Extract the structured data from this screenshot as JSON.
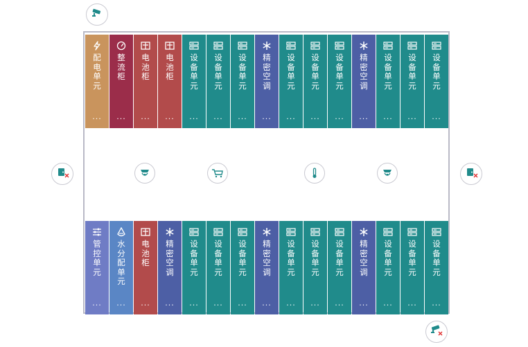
{
  "colors": {
    "pdu": "#c9945d",
    "rectifier": "#9b2d4a",
    "battery": "#b24b4b",
    "equipment": "#208b8b",
    "aircon": "#4d5fa5",
    "pipe": "#6f7cc5",
    "water": "#5a86c5",
    "fault": "#e03030"
  },
  "room": {
    "top_row": [
      {
        "kind": "pdu",
        "icon": "bolt-icon",
        "label": "配电单元",
        "more": "..."
      },
      {
        "kind": "rectifier",
        "icon": "gauge-icon",
        "label": "整流柜",
        "more": "..."
      },
      {
        "kind": "battery",
        "icon": "battery-icon",
        "label": "电池柜",
        "more": "..."
      },
      {
        "kind": "battery",
        "icon": "battery-icon",
        "label": "电池柜",
        "more": "..."
      },
      {
        "kind": "equipment",
        "icon": "server-icon",
        "label": "设备单元",
        "more": "..."
      },
      {
        "kind": "equipment",
        "icon": "server-icon",
        "label": "设备单元",
        "more": "..."
      },
      {
        "kind": "equipment",
        "icon": "server-icon",
        "label": "设备单元",
        "more": "..."
      },
      {
        "kind": "aircon",
        "icon": "snowflake-icon",
        "label": "精密空调",
        "more": "..."
      },
      {
        "kind": "equipment",
        "icon": "server-icon",
        "label": "设备单元",
        "more": "..."
      },
      {
        "kind": "equipment",
        "icon": "server-icon",
        "label": "设备单元",
        "more": "..."
      },
      {
        "kind": "equipment",
        "icon": "server-icon",
        "label": "设备单元",
        "more": "..."
      },
      {
        "kind": "aircon",
        "icon": "snowflake-icon",
        "label": "精密空调",
        "more": "..."
      },
      {
        "kind": "equipment",
        "icon": "server-icon",
        "label": "设备单元",
        "more": "..."
      },
      {
        "kind": "equipment",
        "icon": "server-icon",
        "label": "设备单元",
        "more": "..."
      },
      {
        "kind": "equipment",
        "icon": "server-icon",
        "label": "设备单元",
        "more": "..."
      }
    ],
    "bottom_row": [
      {
        "kind": "pipe",
        "icon": "sliders-icon",
        "label": "管控单元",
        "more": "..."
      },
      {
        "kind": "water",
        "icon": "water-drop-icon",
        "label": "水分配单元",
        "more": "..."
      },
      {
        "kind": "battery",
        "icon": "battery-icon",
        "label": "电池柜",
        "more": "..."
      },
      {
        "kind": "aircon",
        "icon": "snowflake-icon",
        "label": "精密空调",
        "more": "..."
      },
      {
        "kind": "equipment",
        "icon": "server-icon",
        "label": "设备单元",
        "more": "..."
      },
      {
        "kind": "equipment",
        "icon": "server-icon",
        "label": "设备单元",
        "more": "..."
      },
      {
        "kind": "equipment",
        "icon": "server-icon",
        "label": "设备单元",
        "more": "..."
      },
      {
        "kind": "aircon",
        "icon": "snowflake-icon",
        "label": "精密空调",
        "more": "..."
      },
      {
        "kind": "equipment",
        "icon": "server-icon",
        "label": "设备单元",
        "more": "..."
      },
      {
        "kind": "equipment",
        "icon": "server-icon",
        "label": "设备单元",
        "more": "..."
      },
      {
        "kind": "equipment",
        "icon": "server-icon",
        "label": "设备单元",
        "more": "..."
      },
      {
        "kind": "aircon",
        "icon": "snowflake-icon",
        "label": "精密空调",
        "more": "..."
      },
      {
        "kind": "equipment",
        "icon": "server-icon",
        "label": "设备单元",
        "more": "..."
      },
      {
        "kind": "equipment",
        "icon": "server-icon",
        "label": "设备单元",
        "more": "..."
      },
      {
        "kind": "equipment",
        "icon": "server-icon",
        "label": "设备单元",
        "more": "..."
      }
    ]
  },
  "sensors": {
    "aisle": [
      "smoke-detector-icon",
      "ups-icon",
      "temperature-icon",
      "smoke-detector-icon"
    ],
    "perimeter": [
      "camera-icon",
      "door-sensor-fault-icon",
      "door-sensor-fault-icon",
      "camera-fault-icon"
    ]
  }
}
